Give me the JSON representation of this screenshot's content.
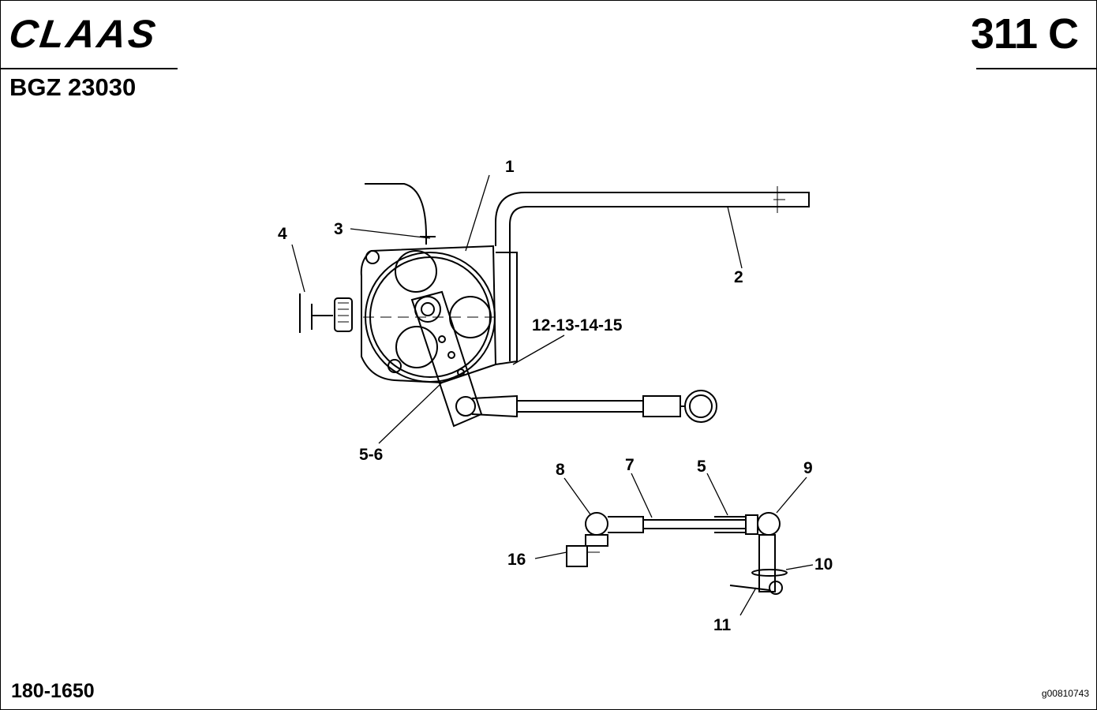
{
  "header": {
    "brand": "CLAAS",
    "model_code": "311 C",
    "doc_number": "BGZ 23030"
  },
  "footer": {
    "range_code": "180-1650",
    "image_code": "g00810743"
  },
  "callouts": {
    "c1": "1",
    "c2": "2",
    "c3": "3",
    "c4": "4",
    "c5": "5",
    "c5_6": "5-6",
    "c7": "7",
    "c8": "8",
    "c9": "9",
    "c10": "10",
    "c11": "11",
    "c12_15": "12-13-14-15",
    "c16": "16"
  }
}
